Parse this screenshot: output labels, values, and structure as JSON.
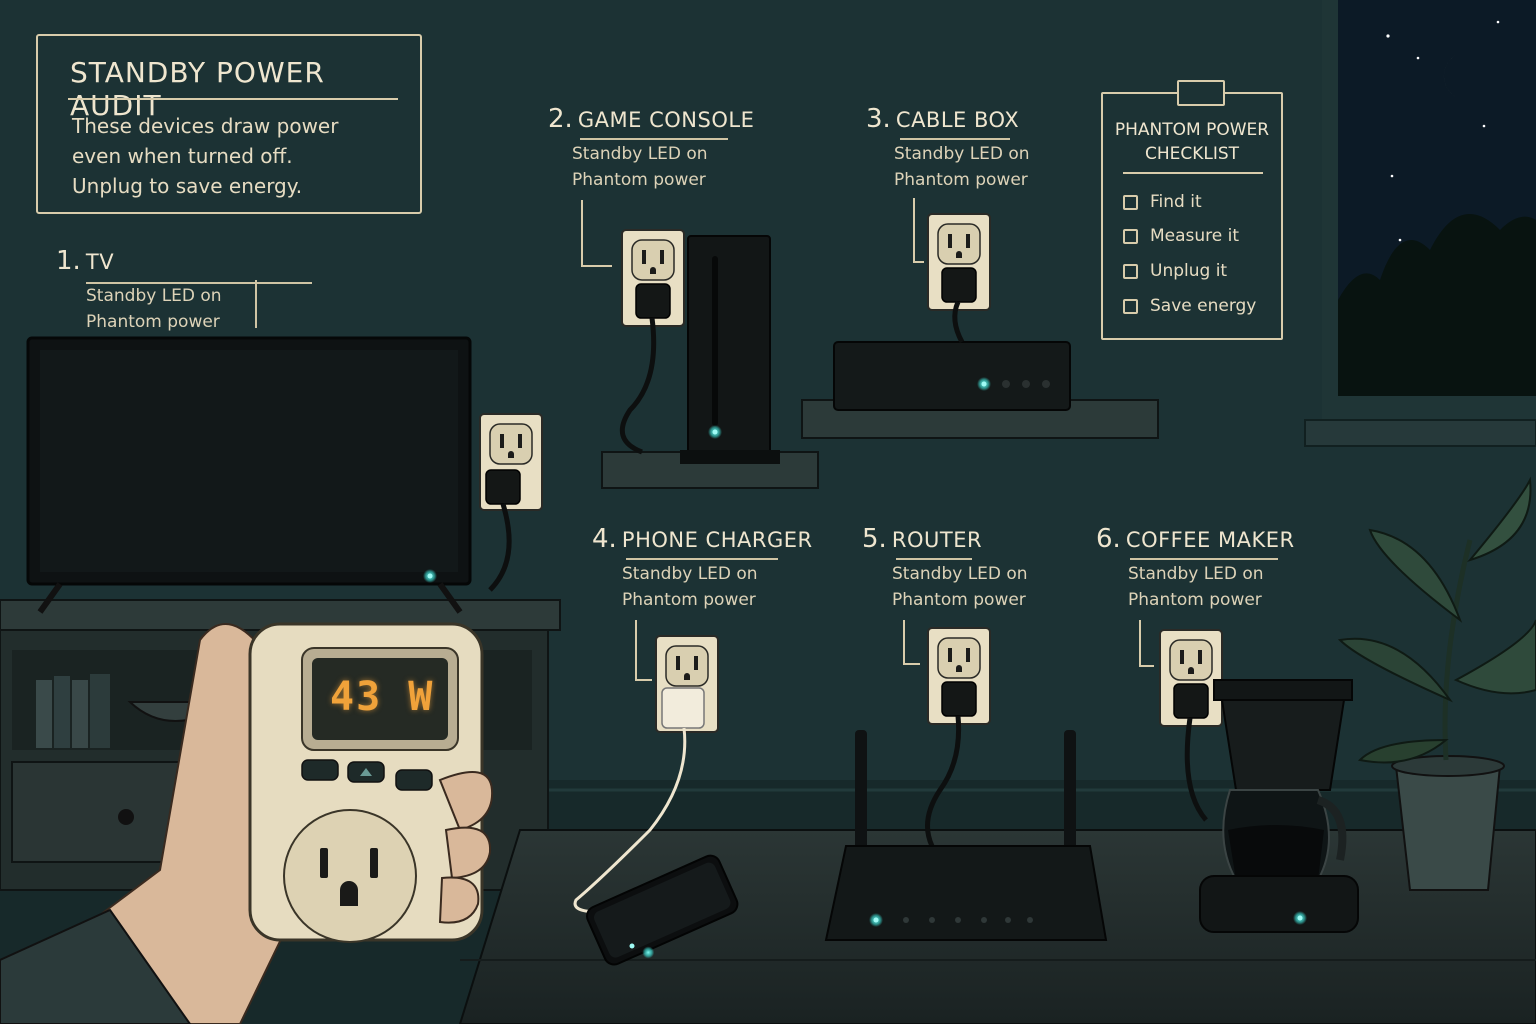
{
  "title_box": {
    "title": "STANDBY POWER AUDIT",
    "lines": [
      "These devices draw power",
      "even when turned off.",
      "Unplug to save energy."
    ]
  },
  "devices": [
    {
      "number": "1.",
      "name": "TV",
      "status": "Standby LED on",
      "power": "Phantom power"
    },
    {
      "number": "2.",
      "name": "GAME CONSOLE",
      "status": "Standby LED on",
      "power": "Phantom power"
    },
    {
      "number": "3.",
      "name": "CABLE BOX",
      "status": "Standby LED on",
      "power": "Phantom power"
    },
    {
      "number": "4.",
      "name": "PHONE CHARGER",
      "status": "Standby LED on",
      "power": "Phantom power"
    },
    {
      "number": "5.",
      "name": "ROUTER",
      "status": "Standby LED on",
      "power": "Phantom power"
    },
    {
      "number": "6.",
      "name": "COFFEE MAKER",
      "status": "Standby LED on",
      "power": "Phantom power"
    }
  ],
  "checklist": {
    "heading": [
      "PHANTOM POWER",
      "CHECKLIST"
    ],
    "items": [
      "Find it",
      "Measure it",
      "Unplug it",
      "Save energy"
    ]
  },
  "meter": {
    "reading": "43 W"
  },
  "colors": {
    "wall": "#1c3234",
    "chalk": "#efe6cf",
    "standby_led": "#3fe6dc",
    "meter_display": "#f0a23a",
    "outlet": "#e8dfc4"
  }
}
